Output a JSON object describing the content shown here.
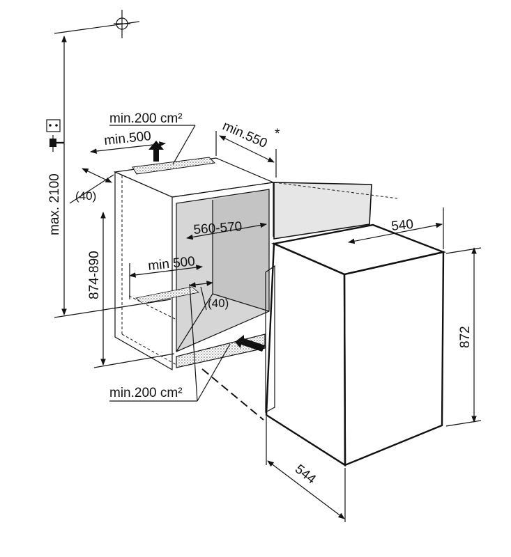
{
  "labels": {
    "vent_area_top": "min.200 cm²",
    "top_depth": "min.500",
    "door_clearance": "min.550",
    "door_clearance_mark": "*",
    "offset_top": "(40)",
    "height_max": "max. 2100",
    "niche_depth": "560-570",
    "niche_height": "874-890",
    "inner_depth": "min 500",
    "offset_bottom": "(40)",
    "vent_area_bottom": "min.200 cm²",
    "appliance_width": "540",
    "appliance_height": "872",
    "appliance_depth": "544"
  },
  "icons": [
    "plumb-line-icon",
    "socket-icon",
    "plug-icon",
    "airflow-arrow-icon"
  ]
}
